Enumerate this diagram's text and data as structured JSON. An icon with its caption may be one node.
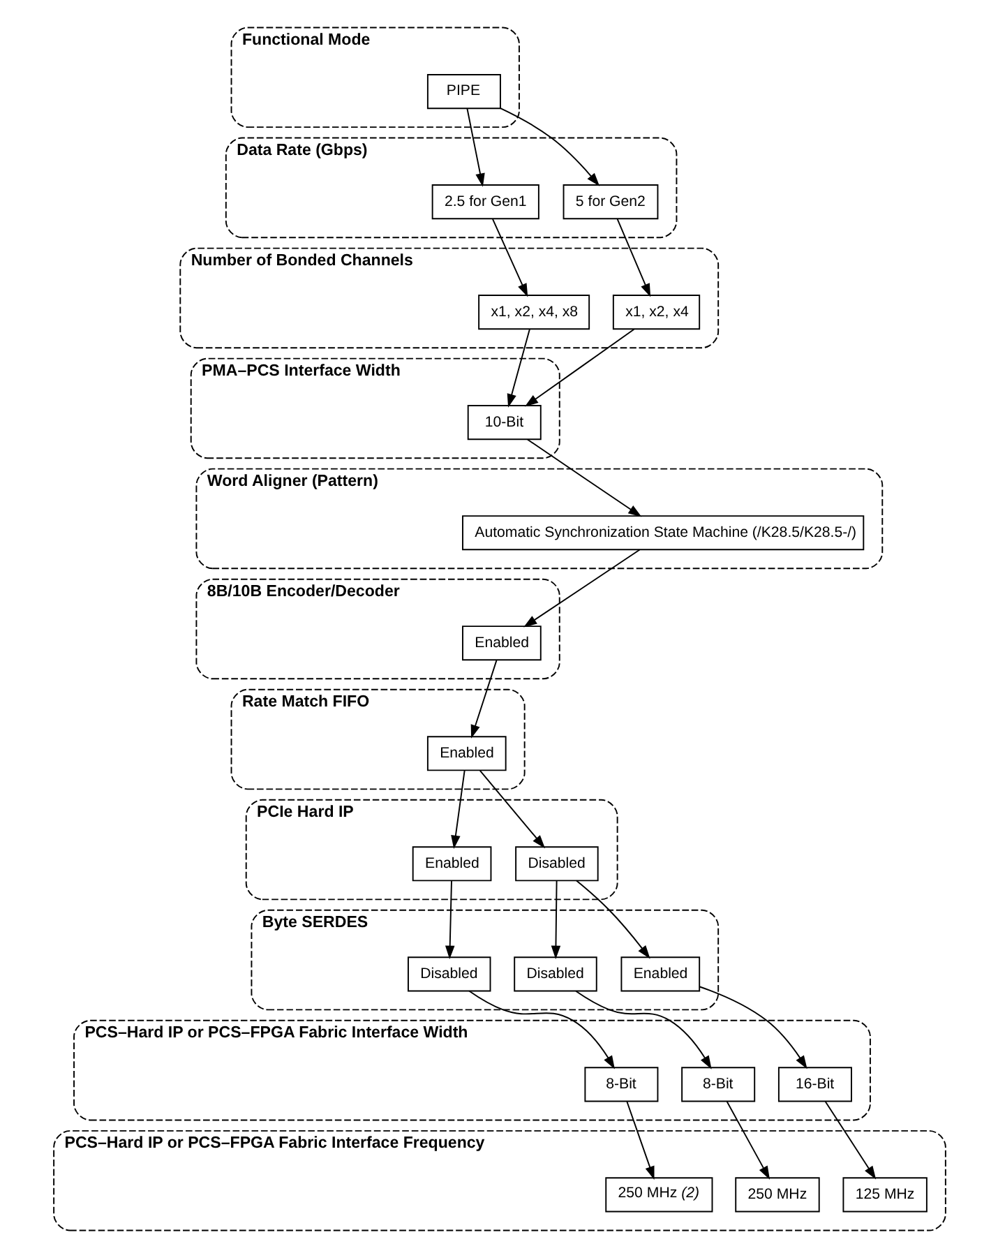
{
  "diagram": {
    "nodes": [
      {
        "text": [
          "Functional Mode"
        ]
      },
      {
        "text": [
          "PIPE"
        ],
        "in": 0
      },
      {
        "text": [
          "Data Rate (Gbps)"
        ]
      },
      {
        "text": [
          "2.5 for Gen1"
        ],
        "in": 2
      },
      {
        "text": [
          "5 for Gen2"
        ],
        "in": 2
      },
      {
        "text": [
          "Number of Bonded Channels"
        ]
      },
      {
        "text": [
          "x1, x2, x4, x8"
        ],
        "in": 5
      },
      {
        "text": [
          "x1, x2, x4"
        ],
        "in": 5
      },
      {
        "text": [
          "PMA–PCS Interface Width"
        ]
      },
      {
        "text": [
          "10-Bit"
        ],
        "in": 8
      },
      {
        "text": [
          "Word Aligner (Pattern)"
        ]
      },
      {
        "text": [
          "Automatic Synchronization State Machine (/K28.5/K28.5-/)"
        ],
        "in": 10
      },
      {
        "text": [
          "8B/10B Encoder/Decoder"
        ]
      },
      {
        "text": [
          "Enabled"
        ],
        "in": 12
      },
      {
        "text": [
          "Rate Match FIFO"
        ]
      },
      {
        "text": [
          "Enabled"
        ],
        "in": 14
      },
      {
        "text": [
          "PCIe Hard IP"
        ]
      },
      {
        "text": [
          "Enabled"
        ],
        "in": 16
      },
      {
        "text": [
          "Disabled"
        ],
        "in": 16
      },
      {
        "text": [
          "Byte SERDES"
        ]
      },
      {
        "text": [
          "Disabled"
        ],
        "in": 19
      },
      {
        "text": [
          "Disabled"
        ],
        "in": 19
      },
      {
        "text": [
          "Enabled"
        ],
        "in": 19
      },
      {
        "text": [
          "PCS–Hard IP or PCS–FPGA Fabric Interface Width"
        ]
      },
      {
        "text": [
          "8-Bit"
        ],
        "in": 23
      },
      {
        "text": [
          "8-Bit"
        ],
        "in": 23
      },
      {
        "text": [
          "16-Bit"
        ],
        "in": 23
      },
      {
        "text": [
          "PCS–Hard IP or PCS–FPGA Fabric Interface Frequency"
        ]
      },
      {
        "text": [
          "250 MHz *(2)*"
        ],
        "in": 27
      },
      {
        "text": [
          "250 MHz"
        ],
        "in": 27
      },
      {
        "text": [
          "125 MHz"
        ],
        "in": 27
      }
    ],
    "edges": [
      {
        "from": 1,
        "to": 3,
        "arrow": "to"
      },
      {
        "from": 1,
        "to": 4,
        "arrow": "to"
      },
      {
        "from": 3,
        "to": 6,
        "arrow": "to"
      },
      {
        "from": 4,
        "to": 7,
        "arrow": "to"
      },
      {
        "from": 6,
        "to": 9,
        "arrow": "to"
      },
      {
        "from": 7,
        "to": 9,
        "arrow": "to"
      },
      {
        "from": 9,
        "to": 11,
        "arrow": "to"
      },
      {
        "from": 11,
        "to": 13,
        "arrow": "to"
      },
      {
        "from": 13,
        "to": 15,
        "arrow": "to"
      },
      {
        "from": 15,
        "to": 17,
        "arrow": "to"
      },
      {
        "from": 15,
        "to": 18,
        "arrow": "to"
      },
      {
        "from": 17,
        "to": 20,
        "arrow": "to"
      },
      {
        "from": 18,
        "to": 21,
        "arrow": "to"
      },
      {
        "from": 18,
        "to": 22,
        "arrow": "to"
      },
      {
        "from": 20,
        "to": 24,
        "arrow": "to"
      },
      {
        "from": 21,
        "to": 25,
        "arrow": "to"
      },
      {
        "from": 22,
        "to": 26,
        "arrow": "to"
      },
      {
        "from": 24,
        "to": 28,
        "arrow": "to"
      },
      {
        "from": 25,
        "to": 29,
        "arrow": "to"
      },
      {
        "from": 26,
        "to": 30,
        "arrow": "to"
      }
    ]
  }
}
